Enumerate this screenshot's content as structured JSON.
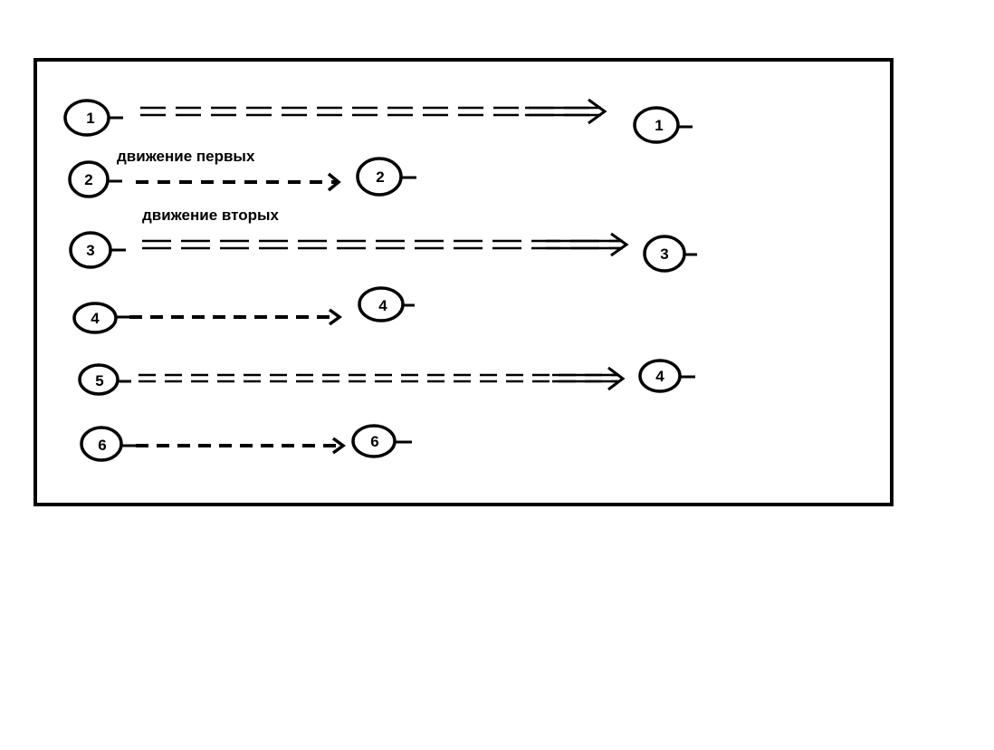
{
  "colors": {
    "ink": "#000000",
    "paper": "#ffffff"
  },
  "captions": {
    "first_movement": "движение первых",
    "second_movement": "движение вторых"
  },
  "rows": [
    {
      "start_label": "1",
      "end_label": "1",
      "arrow_style": "double-dashed"
    },
    {
      "start_label": "2",
      "end_label": "2",
      "arrow_style": "dashed"
    },
    {
      "start_label": "3",
      "end_label": "3",
      "arrow_style": "double-dashed"
    },
    {
      "start_label": "4",
      "end_label": "4",
      "arrow_style": "dashed"
    },
    {
      "start_label": "5",
      "end_label": "4",
      "arrow_style": "double-dashed"
    },
    {
      "start_label": "6",
      "end_label": "6",
      "arrow_style": "dashed"
    }
  ]
}
